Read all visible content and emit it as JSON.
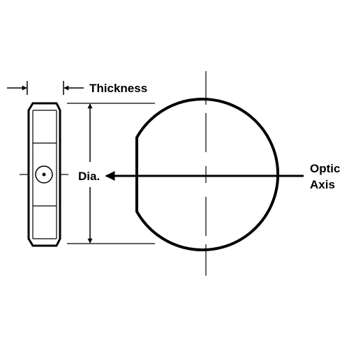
{
  "labels": {
    "thickness": "Thickness",
    "diameter": "Dia.",
    "optic_line1": "Optic",
    "optic_line2": "Axis"
  },
  "colors": {
    "stroke": "#000000",
    "background": "#ffffff"
  }
}
